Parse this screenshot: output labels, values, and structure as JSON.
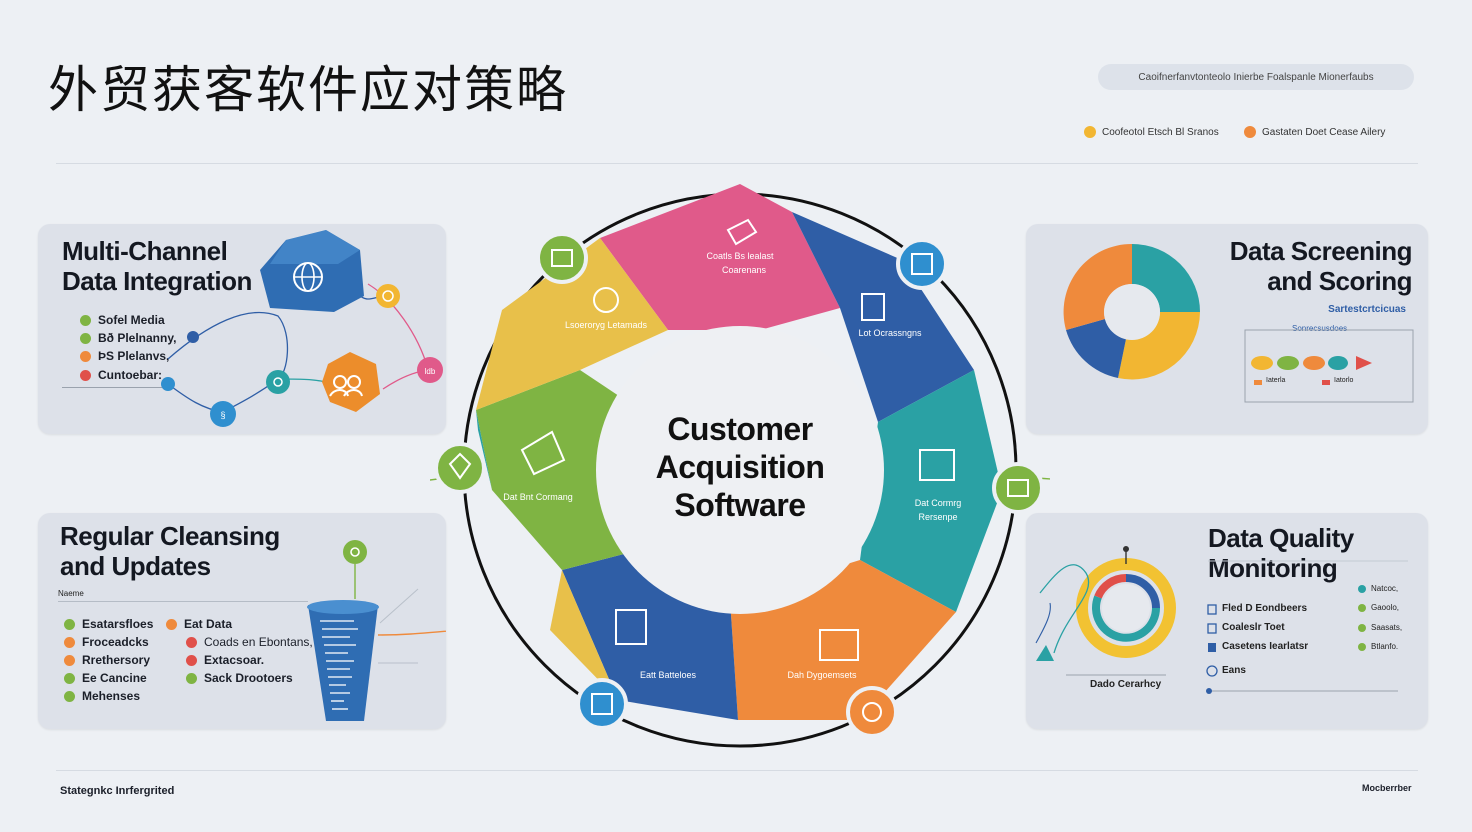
{
  "header": {
    "title": "外贸获客软件应对策略",
    "subtitle": "Caoifnerfanvtonteolo Inierbe Foalspanle Mionerfaubs",
    "legend": [
      {
        "label": "Coofeotol Etsch Bl Sranos",
        "color": "#f2b632"
      },
      {
        "label": "Gastaten Doet Cease Ailery",
        "color": "#ef8a3c"
      }
    ]
  },
  "center": {
    "line1": "Customer",
    "line2": "Acquisition",
    "line3": "Software"
  },
  "wheel": {
    "segments": [
      {
        "label1": "Coatls Bs lealast",
        "label2": "Coarenans",
        "color": "#e05a8a"
      },
      {
        "label1": "Lot Ocrassngns",
        "label2": "",
        "color": "#2f5ea6"
      },
      {
        "label1": "Dat Cormrg",
        "label2": "Rersenpe",
        "color": "#2aa1a4"
      },
      {
        "label1": "Dah Dygoemsets",
        "label2": "",
        "color": "#ef8a3c"
      },
      {
        "label1": "Eatt Batteloes",
        "label2": "",
        "color": "#2f5ea6"
      },
      {
        "label1": "Dat Bnt Cormang",
        "label2": "",
        "color": "#7fb443"
      },
      {
        "label1": "Lsoeroryg Letamads",
        "label2": "",
        "color": "#e8c04a"
      }
    ]
  },
  "cards": {
    "integration": {
      "title_line1": "Multi-Channel",
      "title_line2": "Data Integration",
      "items": [
        {
          "label": "Sofel Media",
          "color": "#7fb443"
        },
        {
          "label": "Bð Plelnanny,",
          "color": "#7fb443"
        },
        {
          "label": "ÞS Plelanvs,",
          "color": "#ef8a3c"
        },
        {
          "label": "Cuntoebar:",
          "color": "#e0504a"
        }
      ]
    },
    "screening": {
      "title_line1": "Data Screening",
      "title_line2": "and Scoring",
      "sub1": "Sartestcrtcicuas",
      "sub2": "Sonrecsusdoes",
      "tag1": "Iaterla",
      "tag2": "Iatorlo"
    },
    "cleansing": {
      "title_line1": "Regular Cleansing",
      "title_line2": "and Updates",
      "small_label": "Naeme",
      "left_items": [
        {
          "label": "Esatarsfloes",
          "color": "#7fb443"
        },
        {
          "label": "Froceadcks",
          "color": "#ef8a3c"
        },
        {
          "label": "Rrethersory",
          "color": "#ef8a3c"
        },
        {
          "label": "Ee Cancine",
          "color": "#7fb443"
        },
        {
          "label": "Mehenses",
          "color": "#7fb443"
        }
      ],
      "right_items": [
        {
          "label": "Eat Data",
          "color": "#ef8a3c"
        },
        {
          "label": "Coads en Ebontans,",
          "color": "#e0504a"
        },
        {
          "label": "Extacsoar.",
          "color": "#e0504a"
        },
        {
          "label": "Sack Drootoers",
          "color": "#7fb443"
        }
      ]
    },
    "quality": {
      "title_line1": "Data Quality",
      "title_line2": "Monitoring",
      "chart_caption": "Dado Cerarhcy",
      "checklist": [
        "Fled D Eondbeers",
        "Coaleslr Toet",
        "Casetens Iearlatsr"
      ],
      "clock_label": "Eans",
      "side_items": [
        {
          "label": "Natcoc,",
          "color": "#2aa1a4"
        },
        {
          "label": "Gaoolo,",
          "color": "#7fb443"
        },
        {
          "label": "Saasats,",
          "color": "#7fb443"
        },
        {
          "label": "Btlanfo.",
          "color": "#7fb443"
        }
      ]
    }
  },
  "footer": {
    "left": "Stategnkc Inrfergrited",
    "right": "Mocberrber"
  },
  "colors": {
    "pink": "#e05a8a",
    "blue": "#2f5ea6",
    "teal": "#2aa1a4",
    "orange": "#ef8a3c",
    "green": "#7fb443",
    "yellow": "#e8c04a",
    "card_bg": "#dde1e9"
  }
}
